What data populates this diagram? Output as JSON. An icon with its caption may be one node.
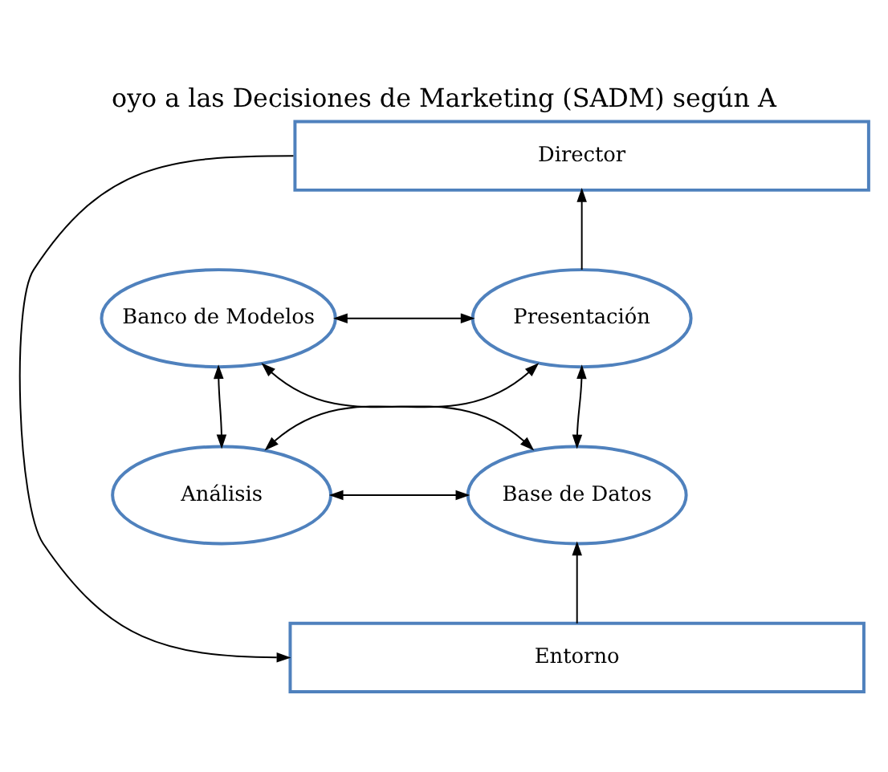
{
  "diagram": {
    "title": "oyo a las Decisiones de Marketing (SADM) según A",
    "nodes": [
      {
        "text": [
          "Director"
        ]
      },
      {
        "text": [
          "Banco de Modelos"
        ]
      },
      {
        "text": [
          "Presentación"
        ]
      },
      {
        "text": [
          "Análisis"
        ]
      },
      {
        "text": [
          "Base de Datos"
        ]
      },
      {
        "text": [
          "Entorno"
        ]
      }
    ],
    "edges": [
      {
        "from": 0,
        "to": 5,
        "arrow": "to"
      },
      {
        "from": 1,
        "to": 2,
        "arrow": "both"
      },
      {
        "from": 2,
        "to": 0,
        "arrow": "to"
      },
      {
        "from": 1,
        "to": 3,
        "arrow": "both"
      },
      {
        "from": 2,
        "to": 4,
        "arrow": "both"
      },
      {
        "from": 1,
        "to": 4,
        "arrow": "both"
      },
      {
        "from": 2,
        "to": 3,
        "arrow": "both"
      },
      {
        "from": 3,
        "to": 4,
        "arrow": "both"
      },
      {
        "from": 5,
        "to": 4,
        "arrow": "to"
      }
    ]
  }
}
